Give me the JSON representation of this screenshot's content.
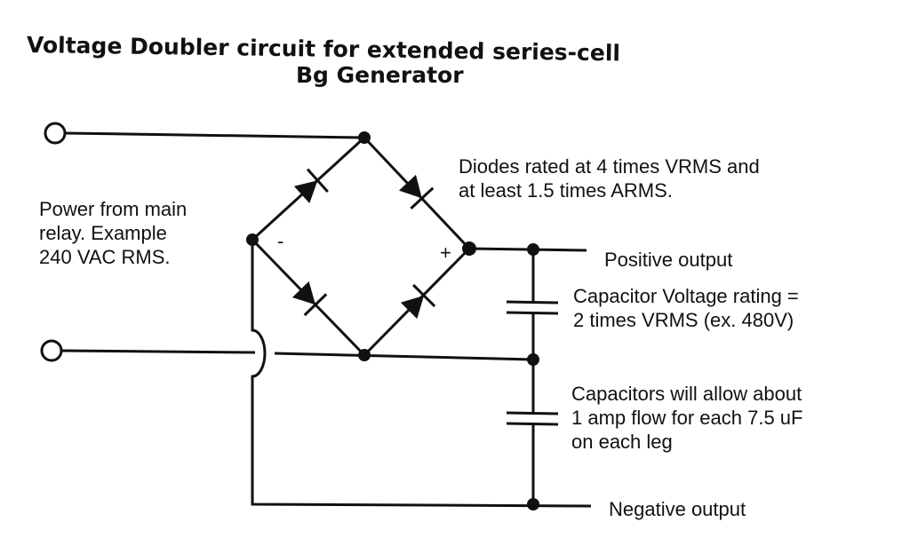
{
  "title": {
    "line1": "Voltage Doubler circuit  for extended series-cell",
    "line2": "Bg Generator"
  },
  "labels": {
    "power_input": [
      "Power from main",
      "relay.  Example",
      "240 VAC RMS."
    ],
    "diodes_note": [
      "Diodes rated at 4 times VRMS and",
      "at least 1.5 times ARMS."
    ],
    "positive_output": "Positive output",
    "negative_output": "Negative output",
    "capacitor_voltage": [
      "Capacitor Voltage rating =",
      "2 times VRMS (ex. 480V)"
    ],
    "capacitor_current": [
      "Capacitors will allow about",
      "1 amp flow for each 7.5 uF",
      "on each leg"
    ],
    "minus_sign": "-",
    "plus_sign": "+"
  },
  "colors": {
    "ink": "#111111",
    "background": "#ffffff"
  }
}
